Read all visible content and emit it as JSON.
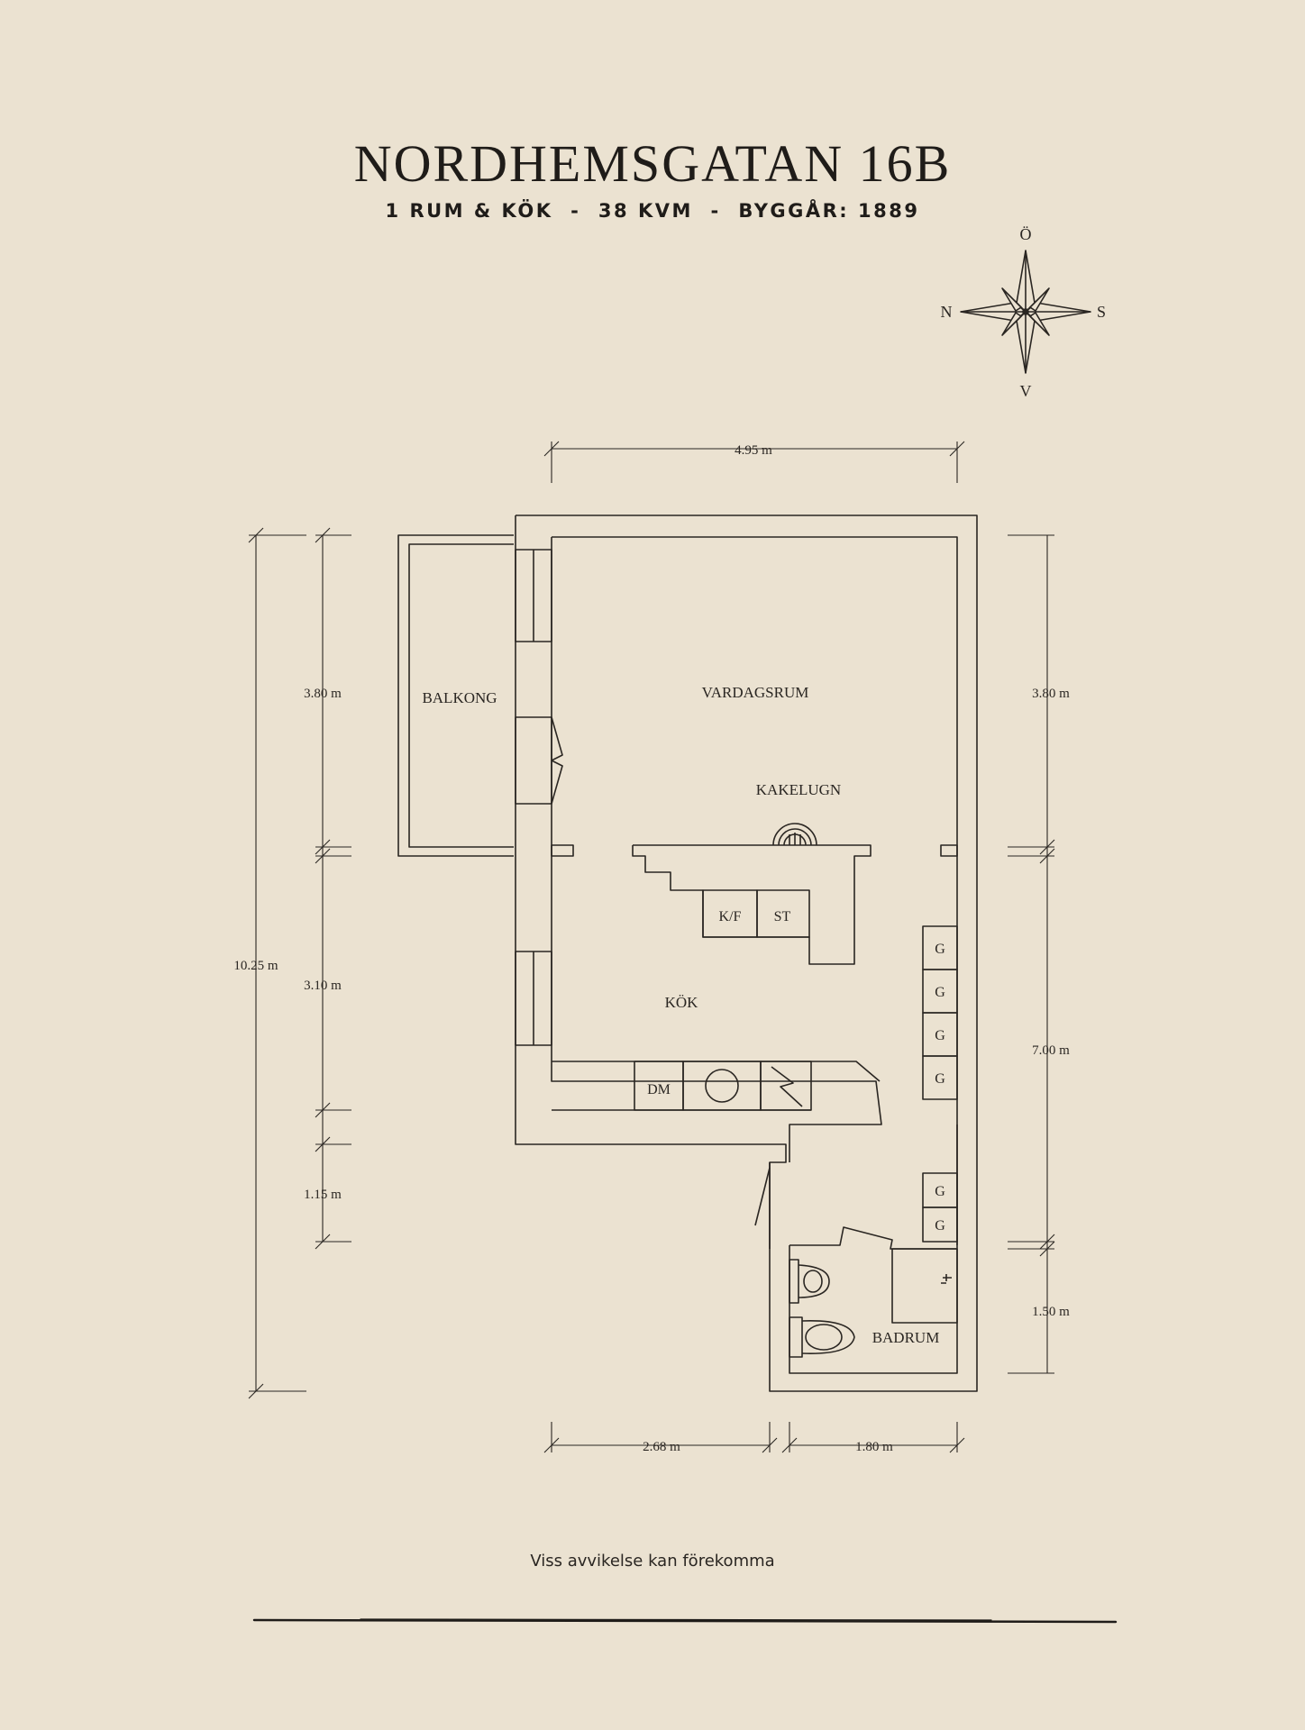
{
  "header": {
    "title": "NORDHEMSGATAN 16B",
    "subtitle": "1 RUM & KÖK  -  38 KVM  -  BYGGÅR: 1889"
  },
  "compass": {
    "north": "Ö",
    "west": "N",
    "east": "S",
    "south": "V"
  },
  "rooms": {
    "balcony": "BALKONG",
    "living": "VARDAGSRUM",
    "stove": "KAKELUGN",
    "fridge": "K/F",
    "oven": "ST",
    "kitchen": "KÖK",
    "dishwasher": "DM",
    "bathroom": "BADRUM",
    "closet": "G"
  },
  "dimensions": {
    "top_width": "4.95 m",
    "left_upper": "3.80 m",
    "left_total": "10.25 m",
    "left_middle": "3.10 m",
    "left_lower": "1.15 m",
    "right_upper": "3.80 m",
    "right_middle": "7.00 m",
    "right_lower": "1.50 m",
    "bottom_left": "2.68 m",
    "bottom_right": "1.80 m"
  },
  "footer": {
    "disclaimer": "Viss avvikelse kan förekomma"
  },
  "colors": {
    "background": "#ebe2d1",
    "ink": "#1f1c19"
  }
}
